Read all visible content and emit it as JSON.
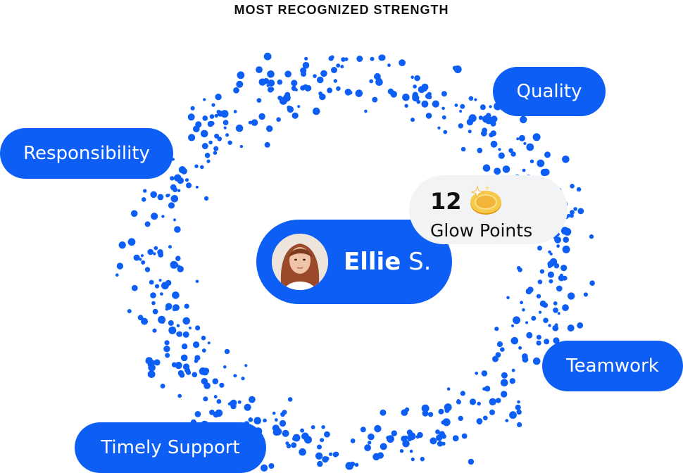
{
  "header": {
    "title": "MOST RECOGNIZED STRENGTH"
  },
  "strengths": [
    {
      "label": "Quality"
    },
    {
      "label": "Responsibility"
    },
    {
      "label": "Teamwork"
    },
    {
      "label": "Timely Support"
    }
  ],
  "person": {
    "first_name": "Ellie",
    "last_name": "S."
  },
  "points": {
    "value": "12",
    "label": "Glow Points"
  },
  "colors": {
    "accent": "#0d5ef5",
    "card_bg": "#f2f3f5",
    "text": "#111111",
    "coin": "#f2b53a"
  },
  "icons": {
    "avatar": "person-avatar-icon",
    "coin": "sparkle-coin-icon"
  }
}
